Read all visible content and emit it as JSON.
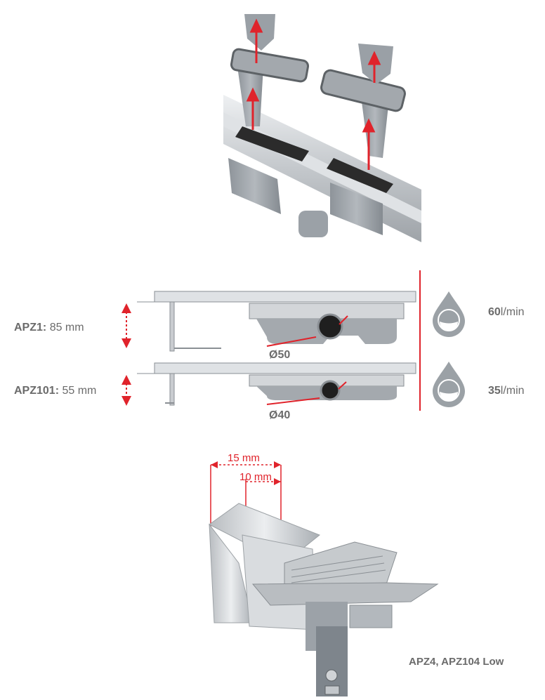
{
  "colors": {
    "accent": "#e0232b",
    "text": "#6b6b6b",
    "steel": "#c9ccd0",
    "plastic": "#9aa0a6"
  },
  "variants": [
    {
      "name": "APZ1:",
      "height": "85 mm",
      "diameter": "Ø50",
      "flow_value": "60",
      "flow_unit": "l/min"
    },
    {
      "name": "APZ101:",
      "height": "55 mm",
      "diameter": "Ø40",
      "flow_value": "35",
      "flow_unit": "l/min"
    }
  ],
  "dimensions": {
    "outer": "15 mm",
    "inner": "10 mm"
  },
  "caption": "APZ4, APZ104 Low",
  "icons": [
    "up-arrow-icon",
    "drop-icon",
    "double-arrow-icon"
  ]
}
